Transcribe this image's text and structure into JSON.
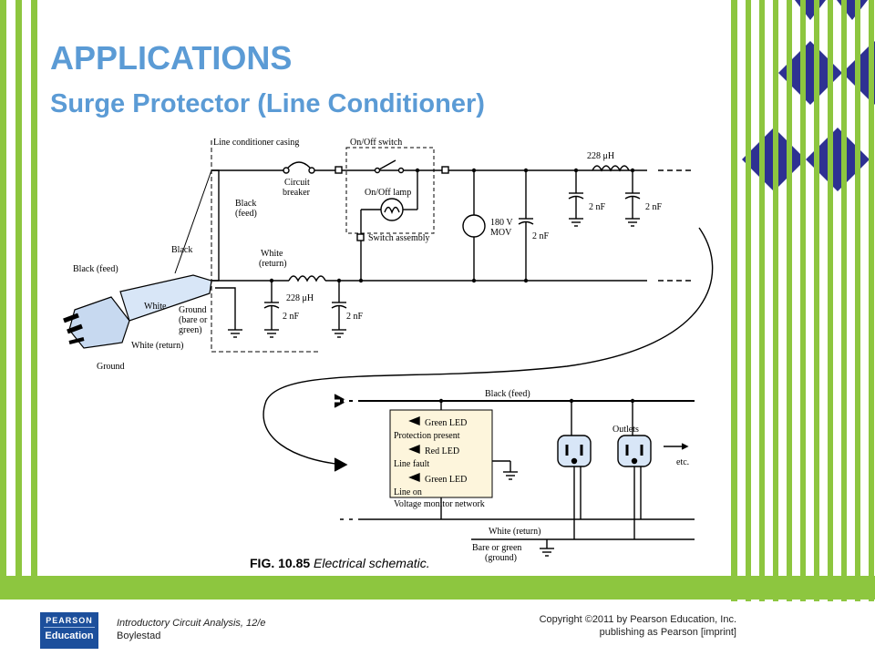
{
  "slide": {
    "title": "APPLICATIONS",
    "subtitle": "Surge Protector (Line Conditioner)"
  },
  "figure": {
    "caption_num": "FIG. 10.85",
    "caption_text": " Electrical schematic.",
    "labels": {
      "casing": "Line conditioner casing",
      "onoff_switch": "On/Off switch",
      "circuit": "Circuit",
      "breaker": "breaker",
      "onoff_lamp": "On/Off lamp",
      "switch_assembly": "Switch assembly",
      "black_feed_top1": "Black",
      "black_feed_top2": "(feed)",
      "black": "Black",
      "black_feed_plug": "Black (feed)",
      "white_return1": "White",
      "white_return2": "(return)",
      "white": "White",
      "ground1": "Ground",
      "ground2": "(bare or",
      "ground3": "green)",
      "white_return_plug": "White (return)",
      "ground_plug": "Ground",
      "ind_top": "228 μH",
      "ind_bottom": "228 μH",
      "cap_2nf": "2 nF",
      "mov1": "180 V",
      "mov2": "MOV",
      "green_led": "Green LED",
      "protection": "Protection present",
      "red_led": "Red LED",
      "line_fault": "Line fault",
      "line_on": "Line on",
      "vmn": "Voltage monitor network",
      "black_feed_bottom": "Black (feed)",
      "outlets": "Outlets",
      "etc": "etc.",
      "white_return_bottom": "White (return)",
      "bare1": "Bare or green",
      "bare2": "(ground)"
    }
  },
  "footer": {
    "book_title": "Introductory Circuit Analysis, 12/e",
    "author": "Boylestad",
    "copyright": "Copyright ©2011 by Pearson Education, Inc.",
    "publisher": "publishing as Pearson [imprint]",
    "logo_top": "PEARSON",
    "logo_bottom": "Education"
  },
  "colors": {
    "stripe_green": "#8dc63f",
    "diamond_blue": "#2e3192",
    "title_blue": "#5b9bd5",
    "logo_blue": "#1c4f9c"
  }
}
